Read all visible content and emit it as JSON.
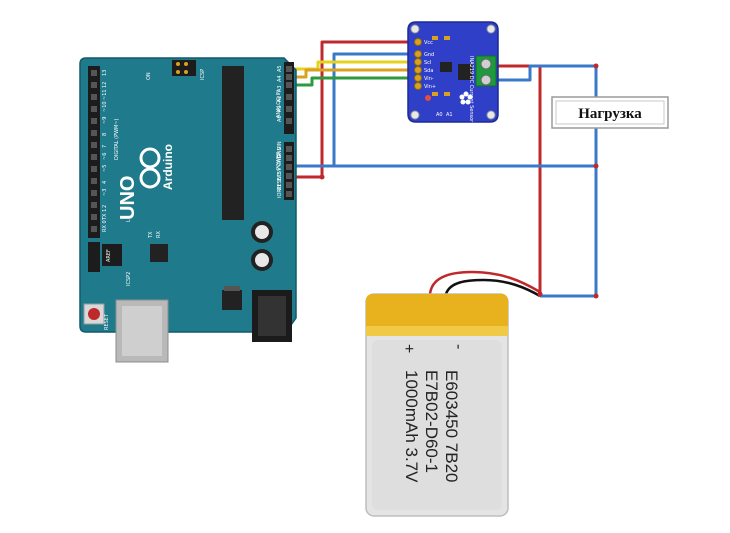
{
  "load": {
    "label": "Нагрузка"
  },
  "battery": {
    "plus": "+",
    "minus": "-",
    "lines": [
      "E603450 7B20",
      "E7B02-D60-1",
      "1000mAh 3.7V"
    ]
  },
  "arduino": {
    "brand": "Arduino",
    "model": "UNO",
    "digital_label": "DIGITAL (PWM~)",
    "analog_label": "ANALOG IN",
    "power_label": "POWER",
    "icsp_label": "ICSP",
    "icsp2_label": "ICSP2",
    "reset_label": "RESET",
    "tx_label": "TX",
    "rx_label": "RX",
    "l_label": "L",
    "on_label": "ON",
    "aref_label": "AREF",
    "gnd_label": "GND",
    "ioref_label": "IOREF",
    "analog_pins": [
      "A5",
      "A4",
      "A3",
      "A2",
      "A1",
      "A0"
    ],
    "power_pins": [
      "VIN",
      "GND",
      "GND",
      "5V",
      "3V3",
      "RESET",
      "IOREF"
    ],
    "digital_pins": [
      "13",
      "12",
      "~11",
      "~10",
      "~9",
      "8",
      "7",
      "~6",
      "~5",
      "4",
      "~3",
      "2",
      "TX 1",
      "RX 0"
    ]
  },
  "sensor": {
    "pin_labels": [
      "Vcc",
      "Gnd",
      "Scl",
      "Sda",
      "Vin-",
      "Vin+"
    ],
    "title": "INA219 DC Current Sensor",
    "address_labels": [
      "A0",
      "A1"
    ]
  },
  "colors": {
    "board": "#1f7a8c",
    "board_dark": "#14596a",
    "sensor_board": "#2f3fc7",
    "wire_red": "#c0292b",
    "wire_blue": "#3a78c9",
    "wire_yellow": "#e7d21a",
    "wire_green": "#2e9a3c",
    "battery_body": "#e4e4e4",
    "battery_tape": "#e7b21e"
  }
}
